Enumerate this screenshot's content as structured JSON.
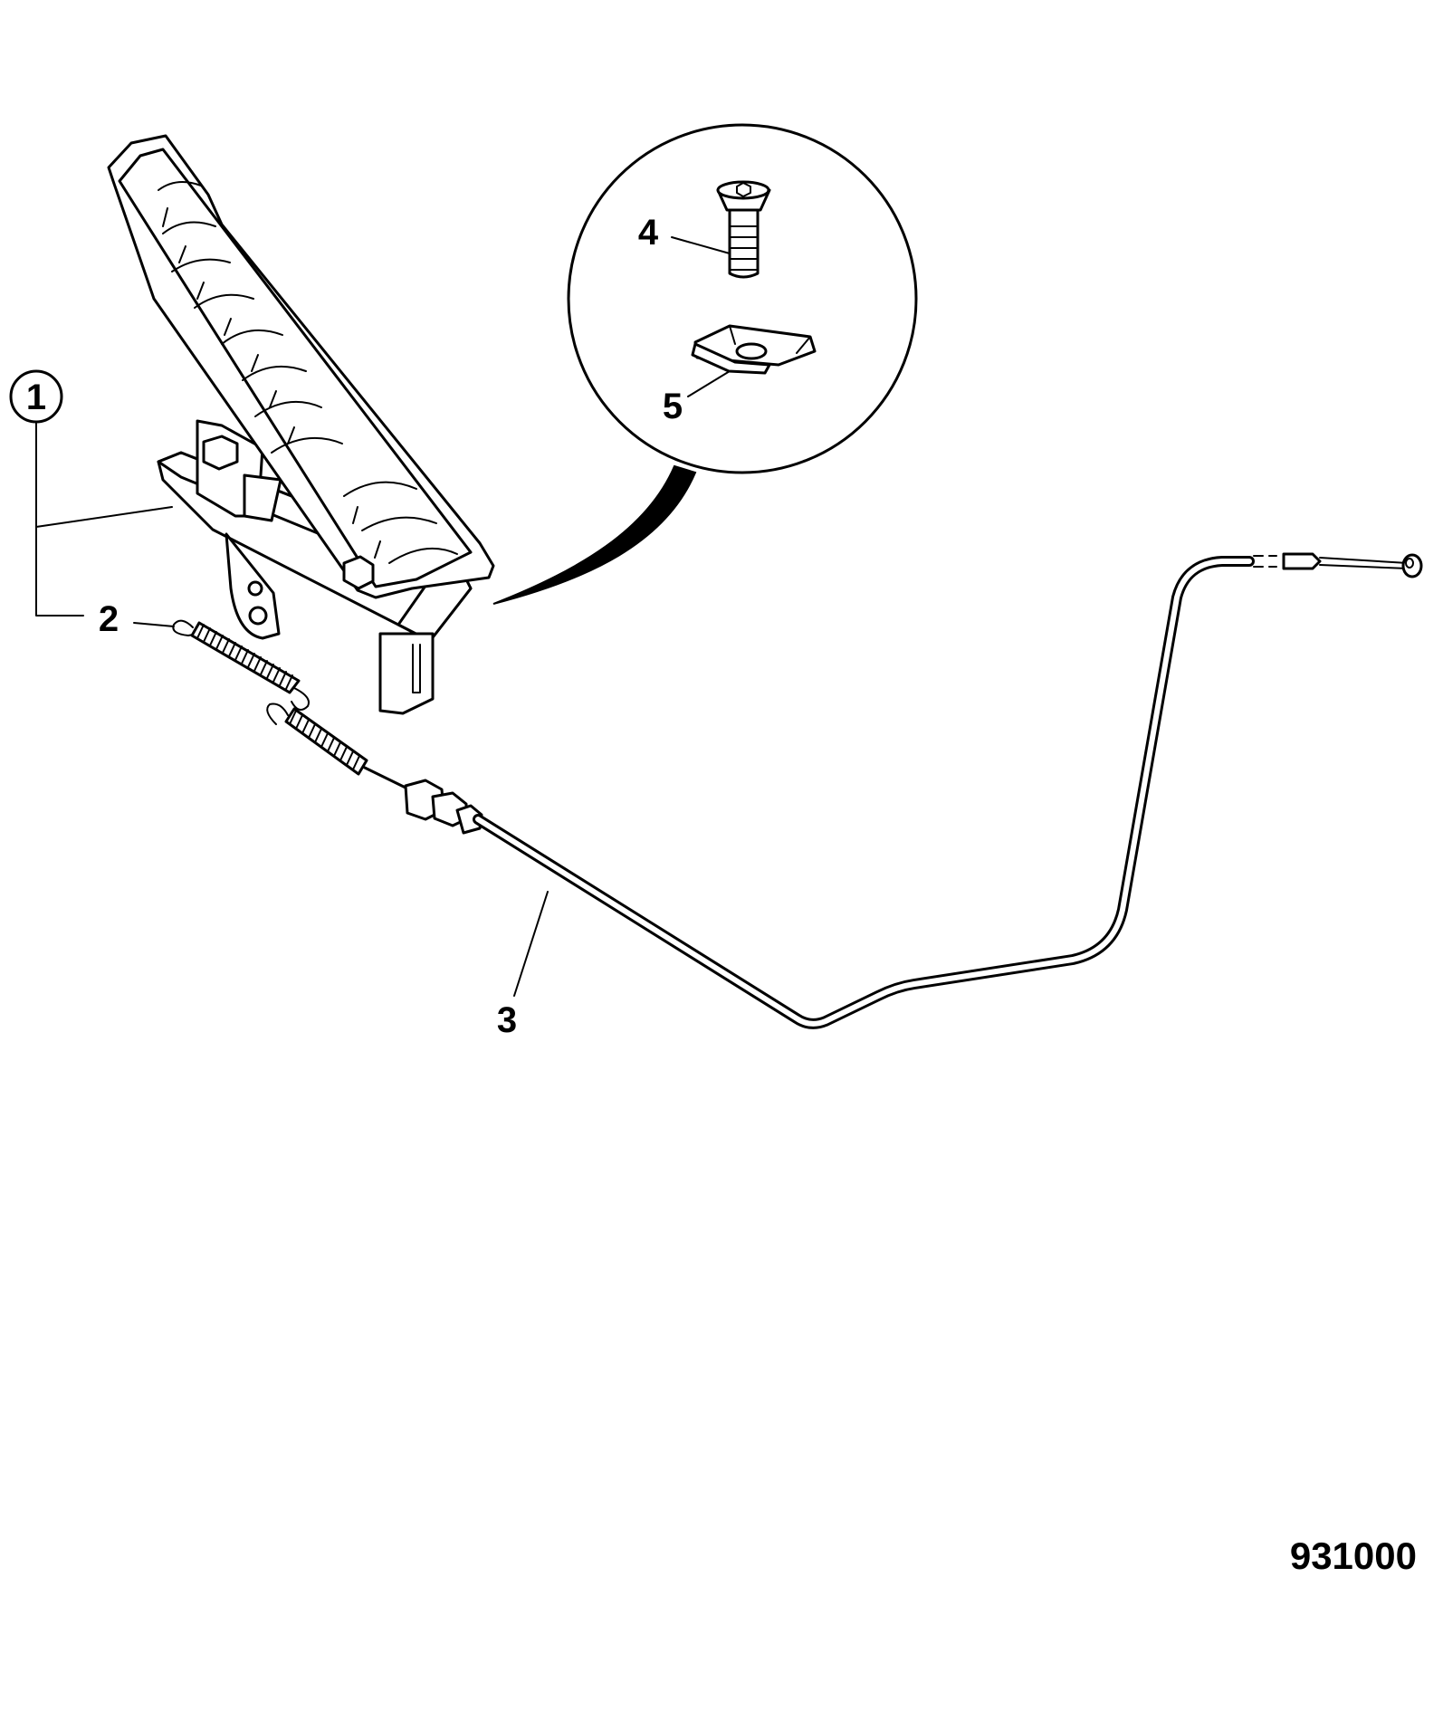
{
  "callouts": {
    "item_1": "1",
    "item_2": "2",
    "item_3": "3",
    "item_4": "4",
    "item_5": "5"
  },
  "figure_code": "931000"
}
